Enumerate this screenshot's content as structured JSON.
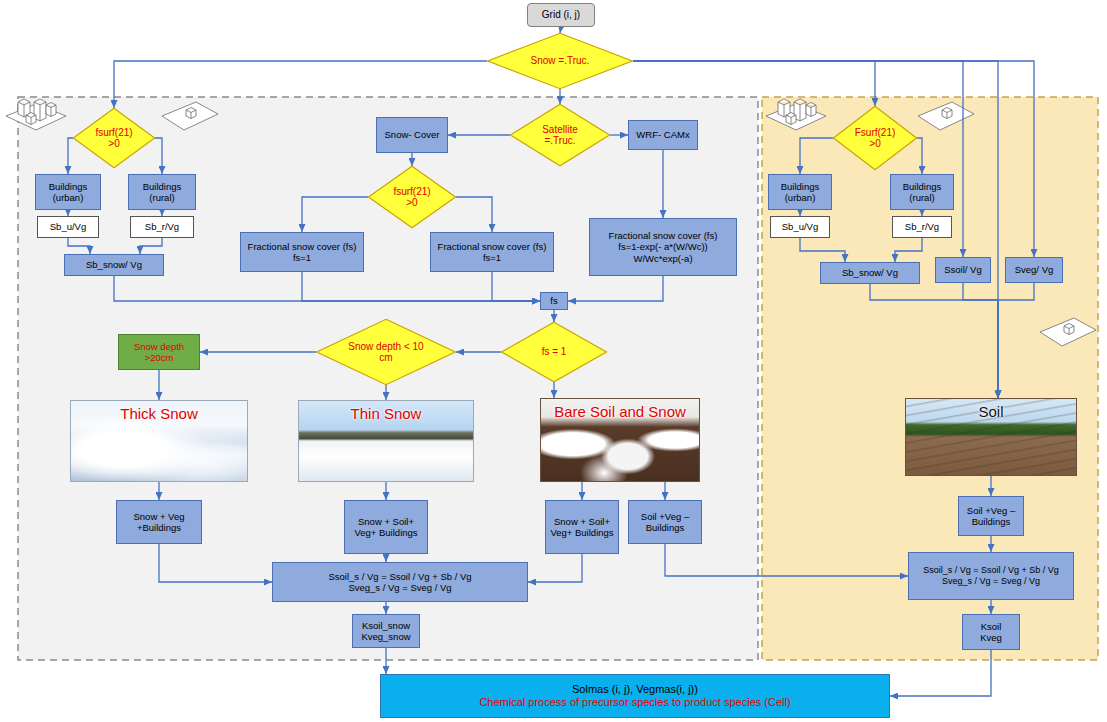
{
  "diagram": {
    "nodes": [
      {
        "text": [
          "Grid (i, j)"
        ]
      },
      {
        "text": [
          "Snow =.Truc."
        ]
      },
      {
        "text": [
          "fsurf(21) >0"
        ]
      },
      {
        "text": [
          "Satellite =.Truc."
        ]
      },
      {
        "text": [
          "Snow- Cover"
        ]
      },
      {
        "text": [
          "WRF- CAMx"
        ]
      },
      {
        "text": [
          "Fsurf(21) >0"
        ]
      },
      {
        "text": [
          "Buildings (urban)"
        ]
      },
      {
        "text": [
          "Buildings (rural)"
        ]
      },
      {
        "text": [
          "fsurf(21) >0"
        ]
      },
      {
        "text": [
          "Buildings (urban)"
        ]
      },
      {
        "text": [
          "Buildings (rural)"
        ]
      },
      {
        "text": [
          "Sb_u/Vg"
        ]
      },
      {
        "text": [
          "Sb_r/Vg"
        ]
      },
      {
        "text": [
          "Fractional snow cover (fs)",
          "fs=1"
        ]
      },
      {
        "text": [
          "Fractional snow cover (fs)",
          "fs=1"
        ]
      },
      {
        "text": [
          "Fractional snow cover (fs)",
          "fs=1-exp(- a*(W/Wc)) W/Wc*exp(-a)"
        ]
      },
      {
        "text": [
          "Sb_u/Vg"
        ]
      },
      {
        "text": [
          "Sb_r/Vg"
        ]
      },
      {
        "text": [
          "Sb_snow/ Vg"
        ]
      },
      {
        "text": [
          "Sb_snow/ Vg"
        ]
      },
      {
        "text": [
          "Ssoil/ Vg"
        ]
      },
      {
        "text": [
          "Sveg/ Vg"
        ]
      },
      {
        "text": [
          "fs"
        ]
      },
      {
        "text": [
          "fs = 1"
        ]
      },
      {
        "text": [
          "Snow depth < 10 cm"
        ]
      },
      {
        "text": [
          "Snow depth >20cm"
        ]
      },
      {
        "text": [
          "Thick Snow"
        ]
      },
      {
        "text": [
          "Thin Snow"
        ]
      },
      {
        "text": [
          "Bare Soil and Snow"
        ]
      },
      {
        "text": [
          "Soil"
        ]
      },
      {
        "text": [
          "Snow + Veg +Buildings"
        ]
      },
      {
        "text": [
          "Snow + Soil+ Veg+ Buildings"
        ]
      },
      {
        "text": [
          "Snow + Soil+ Veg+ Buildings"
        ]
      },
      {
        "text": [
          "Soil +Veg – Buildings"
        ]
      },
      {
        "text": [
          "Soil +Veg – Buildings"
        ]
      },
      {
        "text": [
          "Ssoil_s / Vg = Ssoil / Vg + Sb / Vg",
          "Sveg_s / Vg = Sveg / Vg"
        ]
      },
      {
        "text": [
          "Ssoil_s / Vg = Ssoil / Vg + Sb / Vg",
          "Sveg_s / Vg = Sveg / Vg"
        ]
      },
      {
        "text": [
          "Ksoil_snow",
          "Kveg_snow"
        ]
      },
      {
        "text": [
          "Ksoil",
          "Kveg"
        ]
      },
      {
        "text": [
          "Solmas (i, j), Vegmas(i, j))",
          "Chemical process of precursor species to product species (Cell)"
        ]
      }
    ],
    "edges": [
      {
        "from": 0,
        "to": 1,
        "arrow": "to"
      },
      {
        "from": 1,
        "to": 2,
        "arrow": "to"
      },
      {
        "from": 1,
        "to": 3,
        "arrow": "to"
      },
      {
        "from": 1,
        "to": 6,
        "arrow": "to"
      },
      {
        "from": 1,
        "to": 21,
        "arrow": "to"
      },
      {
        "from": 1,
        "to": 22,
        "arrow": "to"
      },
      {
        "from": 1,
        "to": 30,
        "arrow": "to"
      },
      {
        "from": 2,
        "to": 7,
        "arrow": "to"
      },
      {
        "from": 2,
        "to": 8,
        "arrow": "to"
      },
      {
        "from": 3,
        "to": 4,
        "arrow": "to"
      },
      {
        "from": 3,
        "to": 5,
        "arrow": "to"
      },
      {
        "from": 4,
        "to": 9,
        "arrow": "to"
      },
      {
        "from": 9,
        "to": 14,
        "arrow": "to"
      },
      {
        "from": 9,
        "to": 15,
        "arrow": "to"
      },
      {
        "from": 5,
        "to": 16,
        "arrow": "to"
      },
      {
        "from": 6,
        "to": 10,
        "arrow": "to"
      },
      {
        "from": 6,
        "to": 11,
        "arrow": "to"
      },
      {
        "from": 7,
        "to": 12,
        "arrow": "to"
      },
      {
        "from": 8,
        "to": 13,
        "arrow": "to"
      },
      {
        "from": 10,
        "to": 17,
        "arrow": "to"
      },
      {
        "from": 11,
        "to": 18,
        "arrow": "to"
      },
      {
        "from": 12,
        "to": 19,
        "arrow": "to"
      },
      {
        "from": 13,
        "to": 19,
        "arrow": "to"
      },
      {
        "from": 17,
        "to": 20,
        "arrow": "to"
      },
      {
        "from": 18,
        "to": 20,
        "arrow": "to"
      },
      {
        "from": 19,
        "to": 23,
        "arrow": "to"
      },
      {
        "from": 14,
        "to": 23,
        "arrow": "to"
      },
      {
        "from": 15,
        "to": 23,
        "arrow": "to"
      },
      {
        "from": 16,
        "to": 23,
        "arrow": "to"
      },
      {
        "from": 20,
        "to": 30,
        "arrow": "to"
      },
      {
        "from": 21,
        "to": 30,
        "arrow": "to"
      },
      {
        "from": 22,
        "to": 30,
        "arrow": "to"
      },
      {
        "from": 23,
        "to": 24,
        "arrow": "to"
      },
      {
        "from": 24,
        "to": 25,
        "arrow": "to"
      },
      {
        "from": 24,
        "to": 29,
        "arrow": "to"
      },
      {
        "from": 25,
        "to": 26,
        "arrow": "to"
      },
      {
        "from": 25,
        "to": 28,
        "arrow": "to"
      },
      {
        "from": 26,
        "to": 27,
        "arrow": "to"
      },
      {
        "from": 27,
        "to": 31,
        "arrow": "to"
      },
      {
        "from": 28,
        "to": 32,
        "arrow": "to"
      },
      {
        "from": 29,
        "to": 33,
        "arrow": "to"
      },
      {
        "from": 29,
        "to": 34,
        "arrow": "to"
      },
      {
        "from": 30,
        "to": 35,
        "arrow": "to"
      },
      {
        "from": 31,
        "to": 36,
        "arrow": "to"
      },
      {
        "from": 32,
        "to": 36,
        "arrow": "to"
      },
      {
        "from": 33,
        "to": 36,
        "arrow": "to"
      },
      {
        "from": 34,
        "to": 37,
        "arrow": "to"
      },
      {
        "from": 35,
        "to": 37,
        "arrow": "to"
      },
      {
        "from": 36,
        "to": 38,
        "arrow": "to"
      },
      {
        "from": 37,
        "to": 39,
        "arrow": "to"
      },
      {
        "from": 38,
        "to": 40,
        "arrow": "to"
      },
      {
        "from": 39,
        "to": 40,
        "arrow": "to"
      }
    ]
  }
}
